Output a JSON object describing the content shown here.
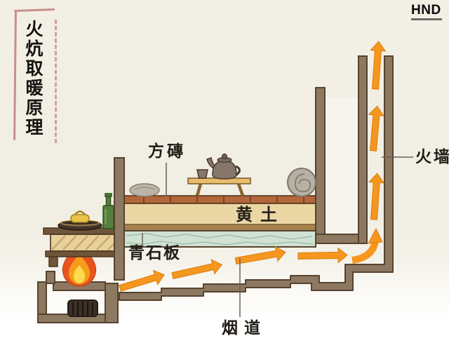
{
  "logo": {
    "text": "HND"
  },
  "title": {
    "text": "火炕取暖原理"
  },
  "labels": {
    "square_brick": "方磚",
    "yellow_earth": "黄土",
    "bluestone_slab": "青石板",
    "smoke_channel": "烟道",
    "fire_wall": "火墙"
  },
  "illustration": {
    "objects": [
      "flame-icon",
      "fuel-block-icon",
      "cooking-pan-icon",
      "lidded-pot-icon",
      "wine-bottle-icon",
      "tea-table-icon",
      "teapot-icon",
      "tea-cup-icon",
      "pillow-icon",
      "bedding-roll-icon",
      "smoke-flow-arrow-icon"
    ]
  },
  "colors": {
    "paper": "#f2efe5",
    "arrow": "#f5971e",
    "wall": "#8d7962",
    "wall_outline": "#57432e",
    "brick_layer": "#b2663c",
    "earth_layer": "#ead7a4",
    "stone_layer": "#cfe2d4",
    "flame_outer": "#e8541d",
    "flame_mid": "#f79c18",
    "flame_inner": "#ffd94e",
    "title_border": "#c98e8c"
  }
}
